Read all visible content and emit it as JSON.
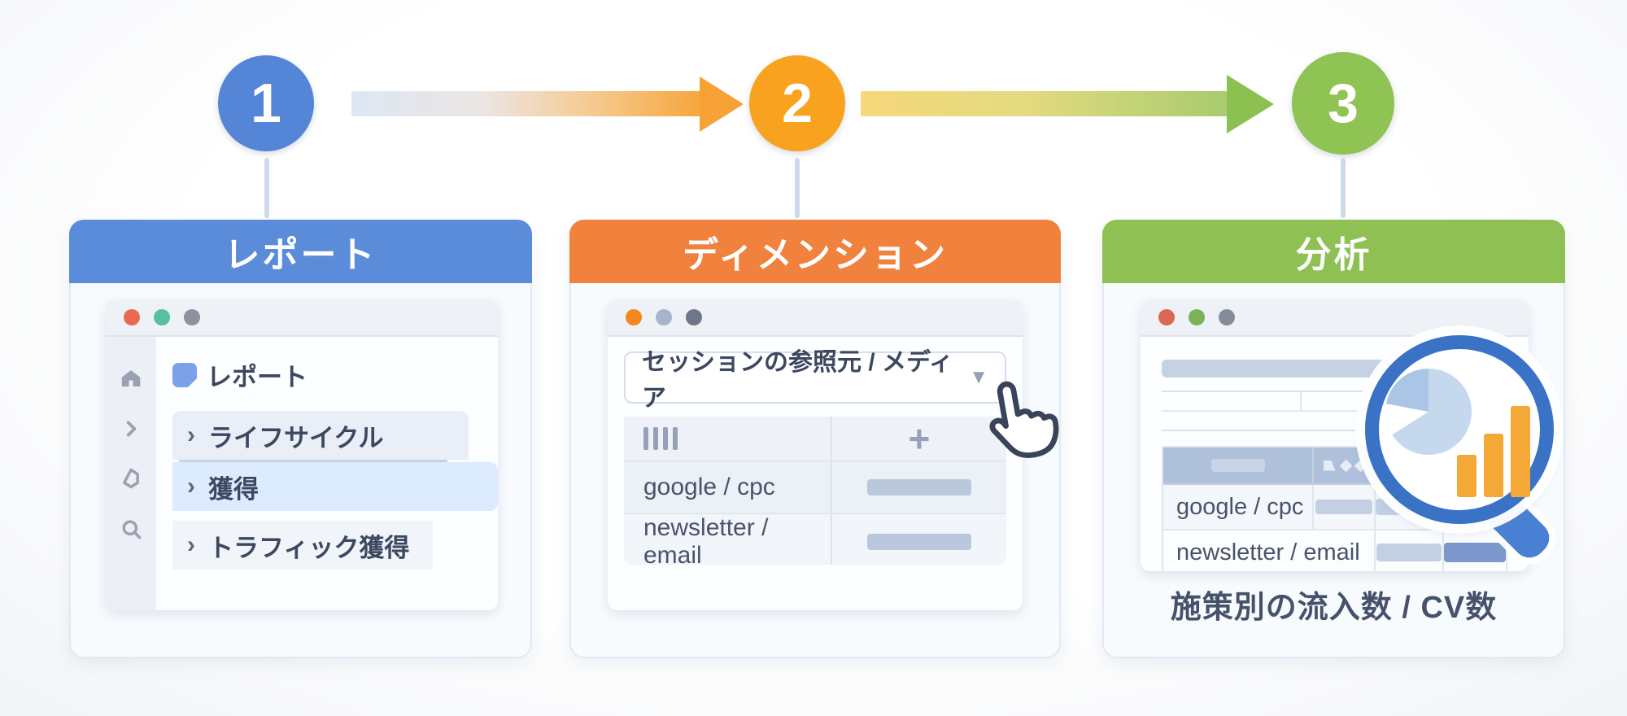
{
  "diagram": {
    "steps": [
      {
        "number": "1",
        "title": "レポート"
      },
      {
        "number": "2",
        "title": "ディメンション"
      },
      {
        "number": "3",
        "title": "分析"
      }
    ]
  },
  "glyphs": {
    "chevron": "›",
    "caret": "▼",
    "plus": "+"
  },
  "report_card": {
    "window_title_item": "レポート",
    "menu": [
      {
        "label": "ライフサイクル"
      },
      {
        "label": "獲得"
      },
      {
        "label": "トラフィック獲得"
      }
    ]
  },
  "dimension_card": {
    "dropdown_value": "セッションの参照元 / メディア",
    "rows": [
      {
        "label": "google / cpc"
      },
      {
        "label": "newsletter / email"
      }
    ]
  },
  "analysis_card": {
    "rows": [
      {
        "label": "google / cpc"
      },
      {
        "label": "newsletter / email"
      }
    ],
    "caption": "施策別の流入数 / CV数"
  },
  "colors": {
    "step1_circle": "#5585d6",
    "step2_circle": "#f9a21f",
    "step3_circle": "#8fc353",
    "header1": "#5b8cda",
    "header2": "#f0823e",
    "header3": "#8fc054",
    "arrow1": "#f7a237",
    "arrow2": "#8cc152",
    "highlight_row": "#dcebfd",
    "placeholder_pill": "#b9c8dd",
    "cv_pill": "#7b97cc",
    "magnifier_rim": "#3a72c6",
    "chart_bar": "#f4a836",
    "text_dark": "#3c4860"
  },
  "icons": {
    "home": "home-icon",
    "chevron_right": "chevron-right-icon",
    "hexagon": "hexagon-icon",
    "search": "search-icon",
    "report": "report-icon",
    "drag_bars": "drag-bars-icon",
    "cursor_hand": "cursor-hand-icon",
    "magnifier_chart": "magnifier-chart-icon"
  }
}
